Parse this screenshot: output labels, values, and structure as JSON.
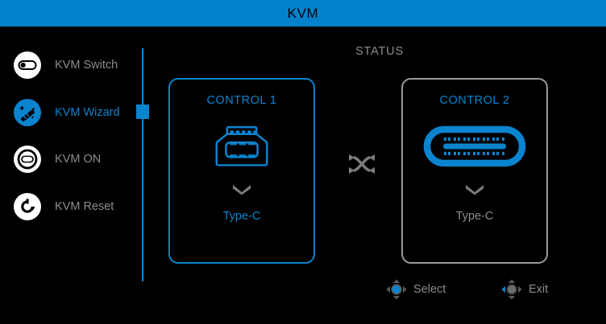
{
  "header": {
    "title": "KVM",
    "bar_color": "#0481cb",
    "title_color": "#000000"
  },
  "sidebar": {
    "items": [
      {
        "label": "KVM Switch",
        "icon": "toggle-switch-icon",
        "active": false
      },
      {
        "label": "KVM Wizard",
        "icon": "magic-wand-icon",
        "active": true
      },
      {
        "label": "KVM ON",
        "icon": "power-ring-icon",
        "active": false
      },
      {
        "label": "KVM Reset",
        "icon": "reset-arrow-icon",
        "active": false
      }
    ],
    "active_index": 1,
    "accent_color": "#0a84cf",
    "inactive_color": "#8c8c8c"
  },
  "scrollbar": {
    "name": "vertical-scrollbar",
    "color": "#0a84cf"
  },
  "main": {
    "status_label": "STATUS",
    "swap_icon": "shuffle-swap-icon",
    "panels": [
      {
        "title": "CONTROL 1",
        "port_icon": "usb-a-port-icon",
        "chevron": "chevron-down-icon",
        "source": "Type-C",
        "selected": true,
        "border_color": "#0a84cf",
        "source_color": "#0a84cf"
      },
      {
        "title": "CONTROL 2",
        "port_icon": "usb-c-port-icon",
        "chevron": "chevron-down-icon",
        "source": "Type-C",
        "selected": false,
        "border_color": "#9a9a9a",
        "source_color": "#8c8c8c"
      }
    ]
  },
  "footer": {
    "buttons": [
      {
        "label": "Select",
        "icon": "joystick-press-icon"
      },
      {
        "label": "Exit",
        "icon": "joystick-left-icon"
      }
    ]
  }
}
